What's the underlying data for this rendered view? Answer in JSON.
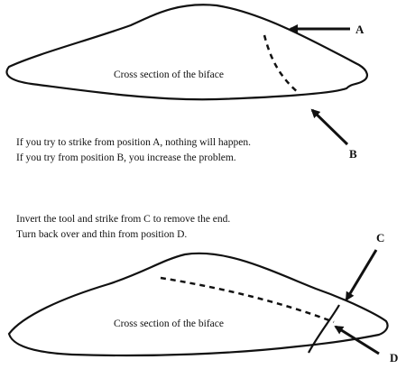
{
  "top_diagram": {
    "section_label": "Cross section of the biface",
    "labels": {
      "a": "A",
      "b": "B"
    },
    "captions": [
      "If you try to strike from position A, nothing will happen.",
      "If you try from position B, you increase the problem."
    ]
  },
  "bottom_diagram": {
    "section_label": "Cross section of the biface",
    "labels": {
      "c": "C",
      "d": "D"
    },
    "captions": [
      "Invert the tool and strike from C to remove the end.",
      "Turn back over and thin from position D."
    ]
  },
  "colors": {
    "ink": "#111111",
    "background": "#ffffff"
  },
  "icons": [
    "arrow-icon"
  ]
}
